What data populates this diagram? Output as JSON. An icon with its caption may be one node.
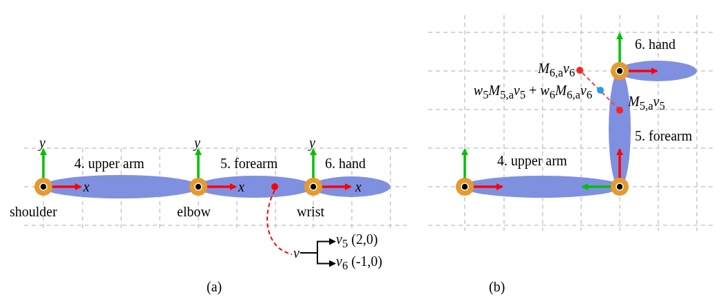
{
  "diagram": {
    "nodes": [
      {
        "text": [],
        "shape": "circle"
      },
      {
        "text": [
          "v"
        ]
      },
      {
        "text": [
          "*v*$_{5}$ (2,0)"
        ]
      },
      {
        "text": [
          "*v*$_{6}$ (-1,0)"
        ]
      },
      {
        "text": [],
        "shape": "circle",
        "beside": [
          "*M*$_{6,a}$*v*$_{6}$"
        ]
      },
      {
        "text": [],
        "shape": "circle",
        "beside": [
          "*w*$_{5}$*M*$_{5,a}$*v*$_{5}$ + *w*$_{6}$*M*$_{6,a}$*v*$_{6}$"
        ]
      },
      {
        "text": [],
        "shape": "circle",
        "beside": [
          "*M*$_{5,a}$*v*$_{5}$"
        ]
      }
    ],
    "edges": [
      {
        "from": 0,
        "to": 1,
        "arrow": "none",
        "style": "dashed",
        "color": "#ff0000"
      },
      {
        "from": 1,
        "to": 2,
        "arrow": "to"
      },
      {
        "from": 1,
        "to": 3,
        "arrow": "to"
      },
      {
        "from": 4,
        "to": 6,
        "arrow": "none",
        "style": "dashed",
        "color": "#f04040"
      }
    ],
    "labels": [
      "y",
      "4. upper arm",
      "y",
      "5. forearm",
      "y",
      "6. hand",
      "x",
      "x",
      "x",
      "shoulder",
      "elbow",
      "wrist",
      "(a)",
      "6. hand",
      "5. forearm",
      "4. upper arm",
      "(b)"
    ]
  }
}
